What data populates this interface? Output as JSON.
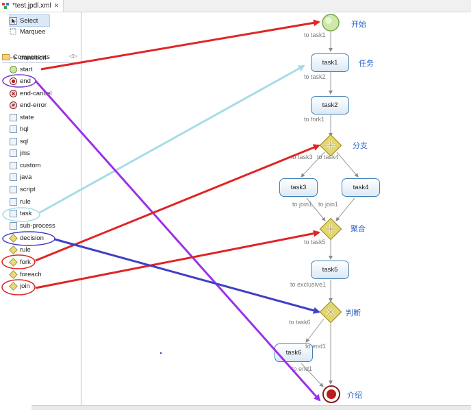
{
  "editor": {
    "tab_title": "*test.jpdl.xml",
    "close_glyph": "✕"
  },
  "palette": {
    "select_label": "Select",
    "marquee_label": "Marquee",
    "components_label": "Components",
    "pin_glyph": "◁▷",
    "items": [
      "transition",
      "start",
      "end",
      "end-cancel",
      "end-error",
      "state",
      "hql",
      "sql",
      "jms",
      "custom",
      "java",
      "script",
      "rule",
      "task",
      "sub-process",
      "decision",
      "rule",
      "fork",
      "foreach",
      "join"
    ]
  },
  "diagram": {
    "nodes": {
      "start_cn": "开始",
      "task1": "task1",
      "task1_cn": "任务",
      "task2": "task2",
      "fork_cn": "分支",
      "task3": "task3",
      "task4": "task4",
      "join_cn": "聚合",
      "task5": "task5",
      "decision_cn": "判断",
      "task6": "task6",
      "end_cn": "介绍"
    },
    "edges": {
      "to_task1": "to task1",
      "to_task2": "to task2",
      "to_fork1": "to fork1",
      "to_task3": "to task3",
      "to_task4": "to task4",
      "to_join1_a": "to join1",
      "to_join1_b": "to join1",
      "to_task5": "to task5",
      "to_exclusive1": "to exclusive1",
      "to_task6": "to task6",
      "to_end1_a": "to end1",
      "to_end1_b": "to end1"
    }
  },
  "annotation_colors": {
    "red": "#e02424",
    "light_blue": "#a6dce8",
    "purple": "#9b30e8",
    "blue": "#3f3fc7",
    "circle_red": "#e02424",
    "circle_purple": "#7a3fd0"
  }
}
